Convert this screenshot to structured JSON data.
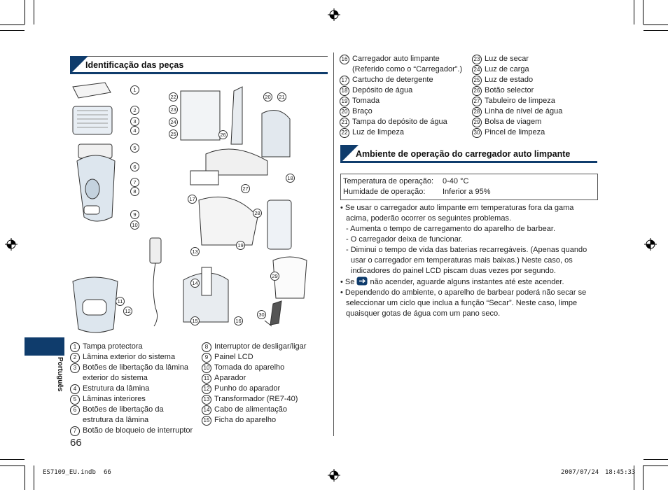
{
  "parts_heading": "Identificação das peças",
  "charger_heading": "Ambiente de operação do carregador auto limpante",
  "side_tab": "Português",
  "page_number": "66",
  "footer": {
    "file": "ES7109_EU.indb",
    "page": "66",
    "date": "2007/07/24",
    "time": "18:45:33"
  },
  "parts_col1": [
    {
      "n": "1",
      "t": "Tampa protectora"
    },
    {
      "n": "2",
      "t": "Lâmina exterior do sistema"
    },
    {
      "n": "3",
      "t": "Botões de libertação da lâmina exterior do sistema"
    },
    {
      "n": "4",
      "t": "Estrutura da lâmina"
    },
    {
      "n": "5",
      "t": "Lâminas interiores"
    },
    {
      "n": "6",
      "t": "Botões de libertação da estrutura da lâmina"
    },
    {
      "n": "7",
      "t": "Botão de bloqueio de interruptor"
    }
  ],
  "parts_col2": [
    {
      "n": "8",
      "t": "Interruptor de desligar/ligar"
    },
    {
      "n": "9",
      "t": "Painel LCD"
    },
    {
      "n": "10",
      "t": "Tomada do aparelho"
    },
    {
      "n": "11",
      "t": "Aparador"
    },
    {
      "n": "12",
      "t": "Punho do aparador"
    },
    {
      "n": "13",
      "t": "Transformador (RE7-40)"
    },
    {
      "n": "14",
      "t": "Cabo de alimentação"
    },
    {
      "n": "15",
      "t": "Ficha do aparelho"
    }
  ],
  "parts_col3": [
    {
      "n": "16",
      "t": "Carregador auto limpante (Referido como o “Carregador”.)"
    },
    {
      "n": "17",
      "t": "Cartucho de detergente"
    },
    {
      "n": "18",
      "t": "Depósito de água"
    },
    {
      "n": "19",
      "t": "Tomada"
    },
    {
      "n": "20",
      "t": "Braço"
    },
    {
      "n": "21",
      "t": "Tampa do depósito de água"
    },
    {
      "n": "22",
      "t": "Luz de limpeza"
    }
  ],
  "parts_col4": [
    {
      "n": "23",
      "t": "Luz de secar"
    },
    {
      "n": "24",
      "t": "Luz de carga"
    },
    {
      "n": "25",
      "t": "Luz de estado"
    },
    {
      "n": "26",
      "t": "Botão selector"
    },
    {
      "n": "27",
      "t": "Tabuleiro de limpeza"
    },
    {
      "n": "28",
      "t": "Linha de nível de água"
    },
    {
      "n": "29",
      "t": "Bolsa de viagem"
    },
    {
      "n": "30",
      "t": "Pincel de limpeza"
    }
  ],
  "env_table": [
    {
      "k": "Temperatura de operação:",
      "v": "0-40 °C"
    },
    {
      "k": "Humidade de operação:",
      "v": "Inferior a 95%"
    }
  ],
  "bullets": {
    "b1": "• Se usar o carregador auto limpante em temperaturas fora da gama acima, poderão ocorrer os seguintes problemas.",
    "d1": "- Aumenta o tempo de carregamento do aparelho de barbear.",
    "d2": "- O carregador deixa de funcionar.",
    "d3": "- Diminui o tempo de vida das baterias recarregáveis. (Apenas quando usar o carregador em temperaturas mais baixas.) Neste caso, os indicadores do painel LCD piscam duas vezes por segundo.",
    "b2_pre": "• Se",
    "b2_post": "não acender, aguarde alguns instantes até este acender.",
    "b3": "• Dependendo do ambiente, o aparelho de barbear poderá não secar se seleccionar um ciclo que inclua a função “Secar”. Neste caso, limpe quaisquer gotas de água com um pano seco."
  },
  "callouts": [
    "1",
    "2",
    "3",
    "4",
    "5",
    "6",
    "7",
    "8",
    "9",
    "10",
    "11",
    "12",
    "13",
    "14",
    "15",
    "16",
    "17",
    "18",
    "19",
    "20",
    "21",
    "22",
    "23",
    "24",
    "25",
    "26",
    "27",
    "28",
    "29",
    "30"
  ]
}
